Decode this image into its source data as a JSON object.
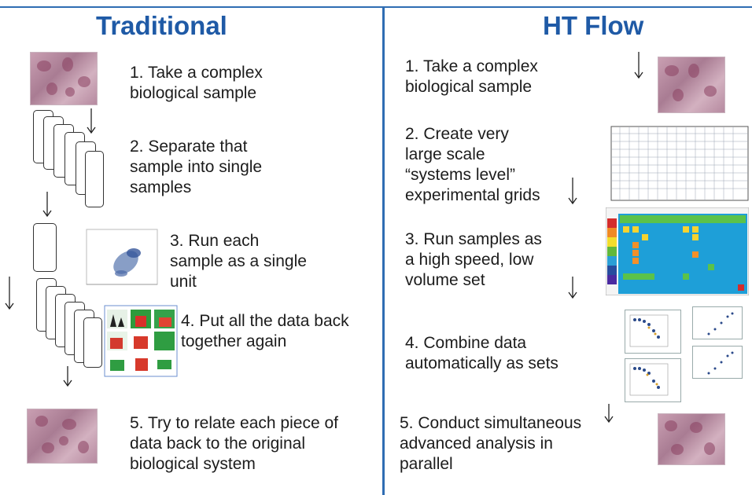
{
  "left": {
    "heading": "Traditional",
    "steps": [
      "1. Take a complex\nbiological sample",
      "2. Separate that\nsample into single\nsamples",
      "3. Run each\nsample as a single\nunit",
      "4. Put all the data back\ntogether again",
      "5. Try to relate each piece of\ndata back to the original\nbiological system"
    ]
  },
  "right": {
    "heading": "HT Flow",
    "steps": [
      "1. Take a complex\nbiological sample",
      "2. Create very\nlarge scale\n“systems level”\nexperimental grids",
      "3. Run samples as\na high speed, low\nvolume set",
      "4. Combine data\nautomatically as sets",
      "5. Conduct simultaneous\nadvanced analysis  in\nparallel"
    ]
  },
  "colors": {
    "heading": "#1f5aa6",
    "divider": "#2f6db3"
  },
  "icons": [
    "cell-image",
    "sample-card",
    "down-arrow",
    "flow-plot",
    "plate-grid",
    "heatmap-plate",
    "data-thumbnail"
  ]
}
